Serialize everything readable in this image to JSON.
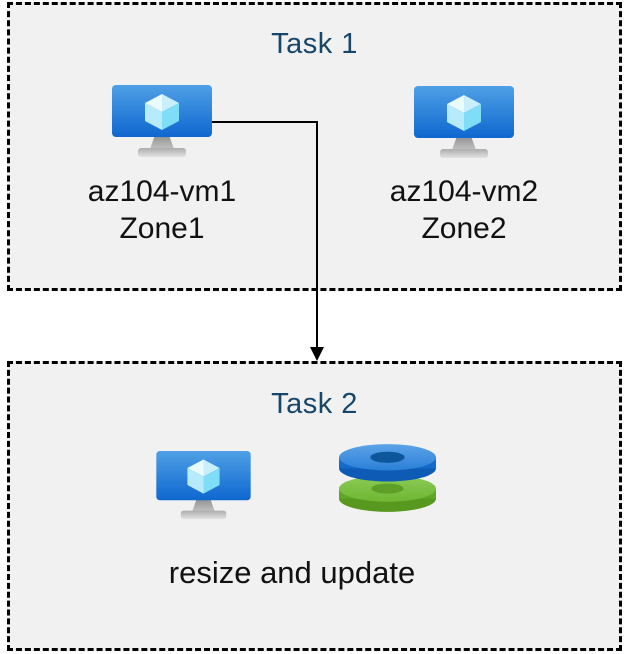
{
  "task1": {
    "title": "Task 1",
    "vms": [
      {
        "name": "az104-vm1",
        "zone": "Zone1"
      },
      {
        "name": "az104-vm2",
        "zone": "Zone2"
      }
    ]
  },
  "task2": {
    "title": "Task 2",
    "caption": "resize and update"
  },
  "icons": {
    "vm": "azure-virtual-machine-icon",
    "disks": "azure-managed-disks-icon",
    "arrow": "arrow-down-connector"
  },
  "colors": {
    "title_text": "#17466B",
    "label_text": "#111111",
    "box_fill": "#F1F1F1",
    "box_border": "#000000",
    "monitor_blue_top": "#4FA0E5",
    "monitor_blue_bottom": "#0F67D0",
    "cube_light": "#EAFBFE",
    "cube_mid": "#B7EAFA",
    "cube_dark": "#7FDDF8",
    "disk_blue_top": "#3487DC",
    "disk_blue_side": "#1569CB",
    "disk_blue_hole": "#0D569C",
    "disk_green_top": "#79BE41",
    "disk_green_side": "#5EA624",
    "disk_green_hole": "#5E9F28",
    "stand_gray": "#9E9E9E"
  }
}
